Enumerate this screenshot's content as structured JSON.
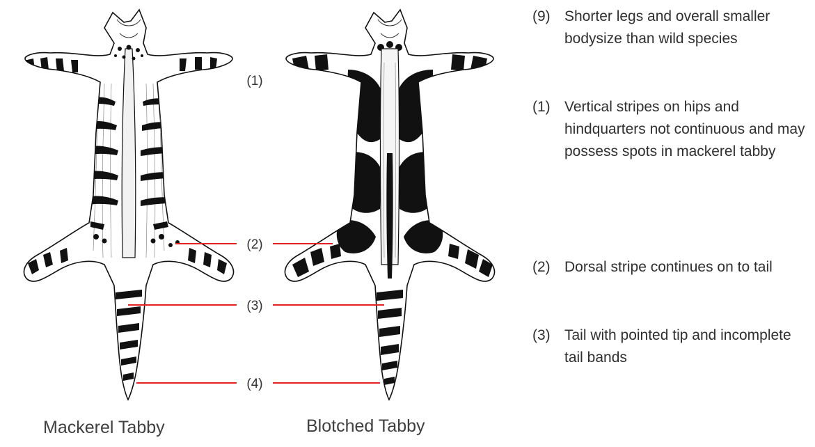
{
  "captions": {
    "left": "Mackerel Tabby",
    "right": "Blotched Tabby"
  },
  "markers": {
    "m1": "(1)",
    "m2": "(2)",
    "m3": "(3)",
    "m4": "(4)"
  },
  "notes": [
    {
      "num": "(9)",
      "text": "Shorter legs and overall smaller bodysize than wild species"
    },
    {
      "num": "(1)",
      "text": "Vertical stripes on hips and hindquarters not continuous and may possess spots in mackerel tabby"
    },
    {
      "num": "(2)",
      "text": "Dorsal stripe continues on to tail"
    },
    {
      "num": "(3)",
      "text": "Tail with pointed tip and incomplete tail bands"
    }
  ],
  "colors": {
    "leader_line": "#e32222",
    "pelt_fill": "#ffffff",
    "pelt_ink": "#111111"
  }
}
